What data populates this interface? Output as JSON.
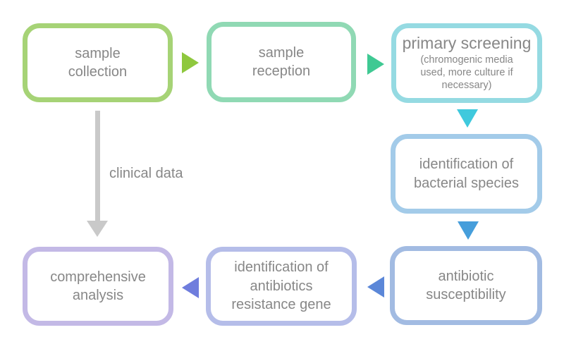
{
  "diagram": {
    "background": "#ffffff",
    "text_color": "#878787",
    "nodes": [
      {
        "id": "sample-collection",
        "label": "sample\ncollection",
        "border_color": "#a6d376"
      },
      {
        "id": "sample-reception",
        "label": "sample\nreception",
        "border_color": "#90d9b4"
      },
      {
        "id": "primary-screening",
        "label": "primary screening",
        "sublabel": "(chromogenic media\nused, more culture if\nnecessary)",
        "border_color": "#95dae2"
      },
      {
        "id": "identification-of-bacterial-species",
        "label": "identification of\nbacterial species",
        "border_color": "#a3cbe9"
      },
      {
        "id": "antibiotic-susceptibility",
        "label": "antibiotic\nsusceptibility",
        "border_color": "#a2bbe2"
      },
      {
        "id": "identification-of-antibiotics-resistance-gene",
        "label": "identification of\nantibiotics\nresistance gene",
        "border_color": "#b5bde9"
      },
      {
        "id": "comprehensive-analysis",
        "label": "comprehensive\nanalysis",
        "border_color": "#c3b9e6"
      }
    ],
    "connectors": [
      {
        "id": "arrow-1",
        "from": "sample collection",
        "to": "sample reception",
        "direction": "right",
        "color": "#8fc83e"
      },
      {
        "id": "arrow-2",
        "from": "sample reception",
        "to": "primary screening",
        "direction": "right",
        "color": "#3fc993"
      },
      {
        "id": "arrow-3",
        "from": "primary screening",
        "to": "identification of bacterial species",
        "direction": "down",
        "color": "#3fc9dd"
      },
      {
        "id": "arrow-4",
        "from": "identification of bacterial species",
        "to": "antibiotic susceptibility",
        "direction": "down",
        "color": "#469edb"
      },
      {
        "id": "arrow-5",
        "from": "antibiotic susceptibility",
        "to": "identification of antibiotics resistance gene",
        "direction": "left",
        "color": "#5b87d8"
      },
      {
        "id": "arrow-6",
        "from": "identification of antibiotics resistance gene",
        "to": "comprehensive analysis",
        "direction": "left",
        "color": "#6f7ddd"
      },
      {
        "id": "clinical-data-arrow",
        "from": "sample collection",
        "to": "comprehensive analysis",
        "direction": "down",
        "color": "#c9c9c9",
        "label": "clinical data"
      }
    ]
  }
}
